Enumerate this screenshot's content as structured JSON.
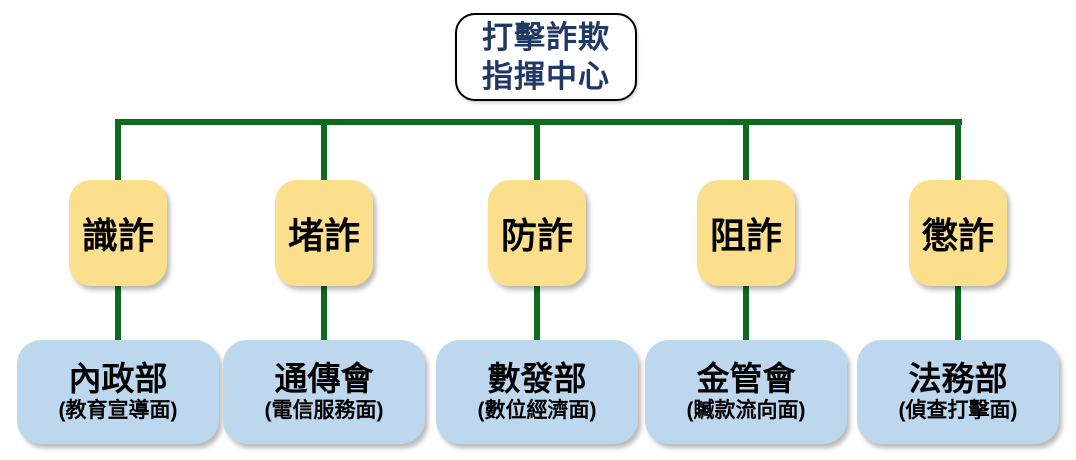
{
  "colors": {
    "green": "#0E6B1E",
    "yellow": "#FBDF8D",
    "blue": "#BDD7EE",
    "navy": "#1F3864",
    "ink": "#000000"
  },
  "root_node": {
    "line1": "打擊詐欺",
    "line2": "指揮中心"
  },
  "branches": [
    {
      "strategy": "識詐",
      "agency": "內政部",
      "aspect": "(教育宣導面)"
    },
    {
      "strategy": "堵詐",
      "agency": "通傳會",
      "aspect": "(電信服務面)"
    },
    {
      "strategy": "防詐",
      "agency": "數發部",
      "aspect": "(數位經濟面)"
    },
    {
      "strategy": "阻詐",
      "agency": "金管會",
      "aspect": "(贓款流向面)"
    },
    {
      "strategy": "懲詐",
      "agency": "法務部",
      "aspect": "(偵查打擊面)"
    }
  ]
}
